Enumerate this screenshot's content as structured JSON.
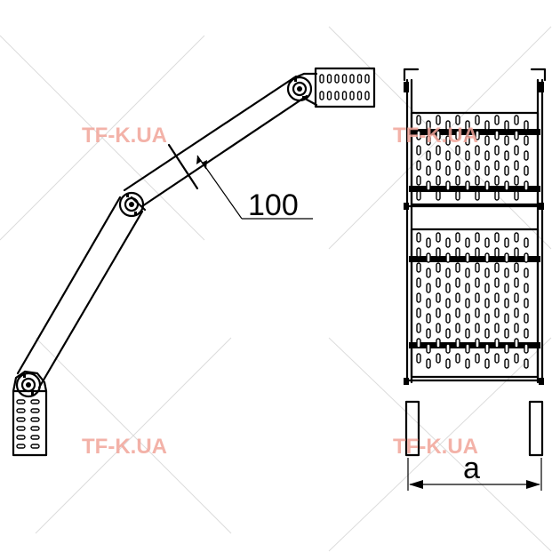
{
  "watermark": {
    "text": "TF-K.UA"
  },
  "dimensions": {
    "side_label": "100",
    "width_label": "a"
  }
}
